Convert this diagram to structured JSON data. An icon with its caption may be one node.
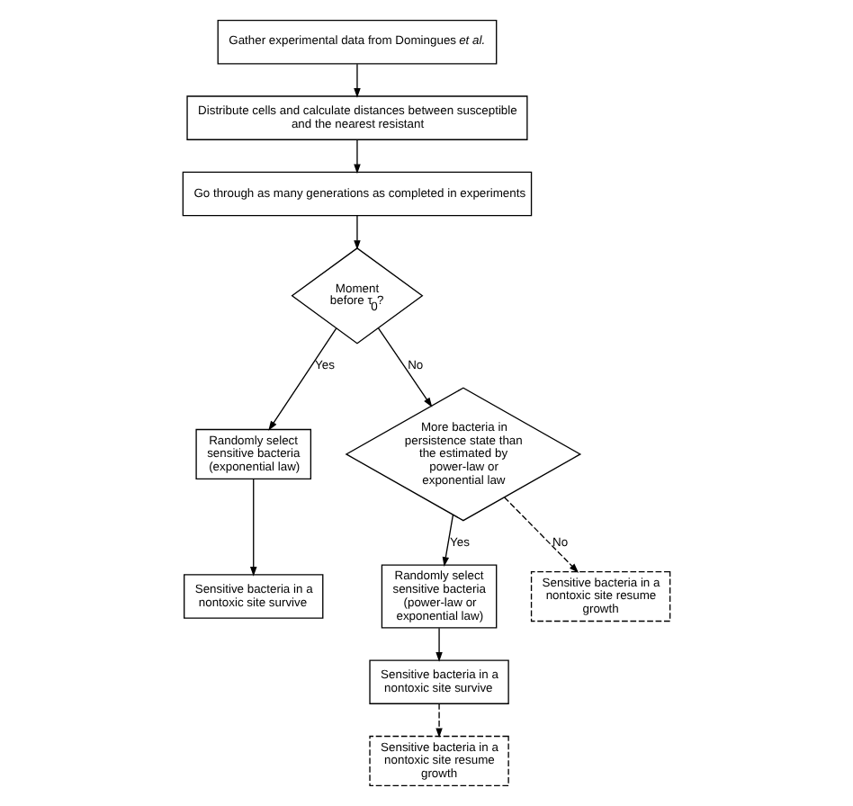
{
  "diagram": {
    "nodes": [
      {
        "text": [
          "Gather experimental data from Domingues *et al.*"
        ]
      },
      {
        "text": [
          "Distribute cells and calculate distances between susceptible and the nearest resistant"
        ]
      },
      {
        "text": [
          "Go through as many generations as completed in experiments"
        ]
      },
      {
        "text": [
          "Moment before τ$_{0}$?"
        ]
      },
      {
        "text": [
          "Randomly select sensitive bacteria (exponential law)"
        ]
      },
      {
        "text": [
          "Sensitive bacteria in a nontoxic site survive"
        ]
      },
      {
        "text": [
          "More bacteria in persistence state than the estimated by power-law or exponential law"
        ]
      },
      {
        "text": [
          "Randomly select sensitive bacteria (power-law or exponential law)"
        ]
      },
      {
        "text": [
          "Sensitive bacteria in a nontoxic site resume growth"
        ]
      },
      {
        "text": [
          "Sensitive bacteria in a nontoxic site survive"
        ]
      },
      {
        "text": [
          "Sensitive bacteria in a nontoxic site resume growth"
        ]
      }
    ],
    "edges": [
      {
        "from": 0,
        "to": 1,
        "arrow": "to"
      },
      {
        "from": 1,
        "to": 2,
        "arrow": "to"
      },
      {
        "from": 2,
        "to": 3,
        "arrow": "to"
      },
      {
        "from": 3,
        "to": 4,
        "arrow": "to",
        "label": "Yes"
      },
      {
        "from": 3,
        "to": 6,
        "arrow": "to",
        "label": "No"
      },
      {
        "from": 4,
        "to": 5,
        "arrow": "to"
      },
      {
        "from": 6,
        "to": 7,
        "arrow": "to",
        "label": "Yes"
      },
      {
        "from": 6,
        "to": 8,
        "arrow": "to",
        "label": "No",
        "style": "dashed"
      },
      {
        "from": 7,
        "to": 9,
        "arrow": "to"
      },
      {
        "from": 9,
        "to": 10,
        "arrow": "to",
        "style": "dashed"
      }
    ]
  }
}
